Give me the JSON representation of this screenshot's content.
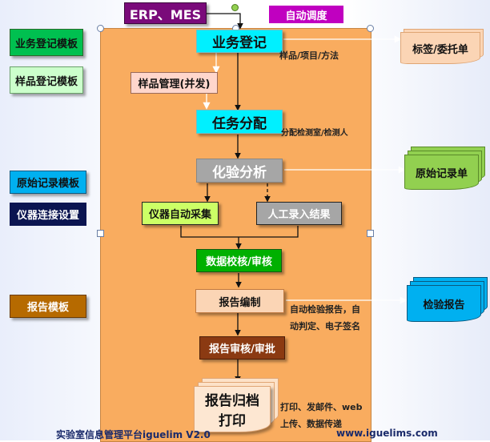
{
  "top": {
    "erp_mes": "ERP、MES",
    "auto_dispatch": "自动调度"
  },
  "templates": {
    "business": "业务登记模板",
    "sample": "样品登记模板",
    "raw_record": "原始记录模板",
    "instrument": "仪器连接设置",
    "report": "报告模板"
  },
  "flow": {
    "registration": "业务登记",
    "sample_mgmt": "样品管理(并发)",
    "task_assign": "任务分配",
    "analysis": "化验分析",
    "auto_collect": "仪器自动采集",
    "manual_entry": "人工录入结果",
    "check_review": "数据校核/审核",
    "report_compile": "报告编制",
    "report_approve": "报告审核/审批",
    "archive_line1": "报告归档",
    "archive_line2": "打印"
  },
  "notes": {
    "sample_item_method": "样品/项目/方法",
    "assign_lab": "分配检测室/检测人",
    "auto_report_line1": "自动检验报告，自",
    "auto_report_line2": "动判定、电子签名",
    "print_line1": "打印、发邮件、web",
    "print_line2": "上传、数据传递"
  },
  "outputs": {
    "label": "标签/委托单",
    "raw_record": "原始记录单",
    "inspection_report": "检验报告"
  },
  "footer": {
    "left": "实验室信息管理平台iguelim V2.0",
    "right": "www.iguelims.com"
  },
  "colors": {
    "panel": "#f9ac5f",
    "cyan_box": "#00f0ff",
    "green_box": "#00c000",
    "gray_box": "#a6a6a6",
    "purple_box": "#7a0a7a",
    "magenta_box": "#c000c0",
    "brown_box": "#8b3a12",
    "template_green": "#00c050",
    "template_lightgreen": "#ccffcc",
    "template_cyan": "#00b0f0",
    "template_navy": "#0b1551",
    "template_brown": "#b66a00",
    "output_green": "#92d050",
    "output_cyan": "#00b0f0",
    "output_peach": "#fbd5b5"
  }
}
